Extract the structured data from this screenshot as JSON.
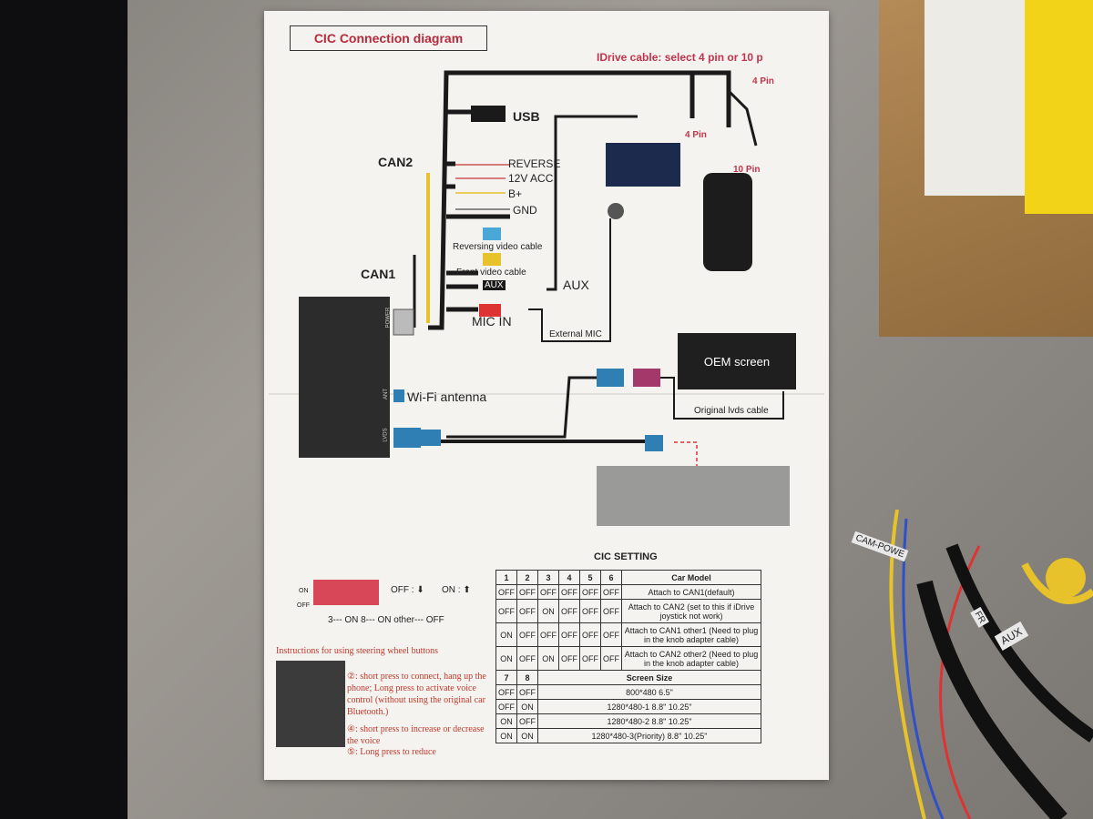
{
  "diagram": {
    "title": "CIC Connection diagram",
    "idrive_cable": "IDrive cable: select 4 pin or 10 p",
    "pin4_top": "4 Pin",
    "pin4": "4 Pin",
    "pin10": "10 Pin",
    "usb": "USB",
    "can2": "CAN2",
    "can1": "CAN1",
    "reverse": "REVERSE",
    "acc": "12V ACC",
    "bplus": "B+",
    "gnd": "GND",
    "reversing_video": "Reversing video cable",
    "front_video": "Front video cable",
    "aux_tag": "AUX",
    "aux": "AUX",
    "mic_in": "MIC IN",
    "external_mic": "External MIC",
    "oem_screen": "OEM screen",
    "original_lvds": "Original lvds cable",
    "wifi": "Wi-Fi antenna",
    "power_tag": "POWER",
    "ant_tag": "ANT",
    "lvds_tag": "LVDS"
  },
  "setting": {
    "title": "CIC SETTING",
    "header": [
      "1",
      "2",
      "3",
      "4",
      "5",
      "6",
      "Car Model"
    ],
    "rows": [
      [
        "OFF",
        "OFF",
        "OFF",
        "OFF",
        "OFF",
        "OFF",
        "Attach to CAN1(default)"
      ],
      [
        "OFF",
        "OFF",
        "ON",
        "OFF",
        "OFF",
        "OFF",
        "Attach to CAN2 (set to this if iDrive joystick not work)"
      ],
      [
        "ON",
        "OFF",
        "OFF",
        "OFF",
        "OFF",
        "OFF",
        "Attach to CAN1 other1 (Need to plug in the knob adapter cable)"
      ],
      [
        "ON",
        "OFF",
        "ON",
        "OFF",
        "OFF",
        "OFF",
        "Attach to CAN2 other2 (Need to plug in the knob adapter cable)"
      ]
    ],
    "header2": [
      "7",
      "8",
      "Screen Size"
    ],
    "rows2": [
      [
        "OFF",
        "OFF",
        "800*480 6.5\""
      ],
      [
        "OFF",
        "ON",
        "1280*480-1 8.8\" 10.25\""
      ],
      [
        "ON",
        "OFF",
        "1280*480-2 8.8\" 10.25\""
      ],
      [
        "ON",
        "ON",
        "1280*480-3(Priority) 8.8\" 10.25\""
      ]
    ]
  },
  "dip": {
    "on": "ON",
    "off": "OFF",
    "off_arrow": "OFF : ⬇",
    "on_arrow": "ON : ⬆",
    "rule": "3--- ON    8--- ON    other--- OFF"
  },
  "instructions": {
    "title": "Instructions for using steering wheel buttons",
    "l1": "②: short press to connect, hang up the phone; Long press to activate voice control (without using the original car Bluetooth.)",
    "l2": "④: short press to increase or decrease the voice",
    "l3": "⑤: Long press to reduce"
  },
  "cable_tags": {
    "cam": "CAM-POWE",
    "fr": "FR",
    "aux": "AUX"
  },
  "colors": {
    "paper": "#f4f3ef",
    "title_red": "#b52a3c",
    "wire_black": "#1a1a1a",
    "wire_yellow": "#e7c22a",
    "wire_red": "#d33",
    "fakra_blue": "#2f7fb5",
    "fakra_pink": "#a4386a",
    "box_yellow": "#f3d318"
  }
}
